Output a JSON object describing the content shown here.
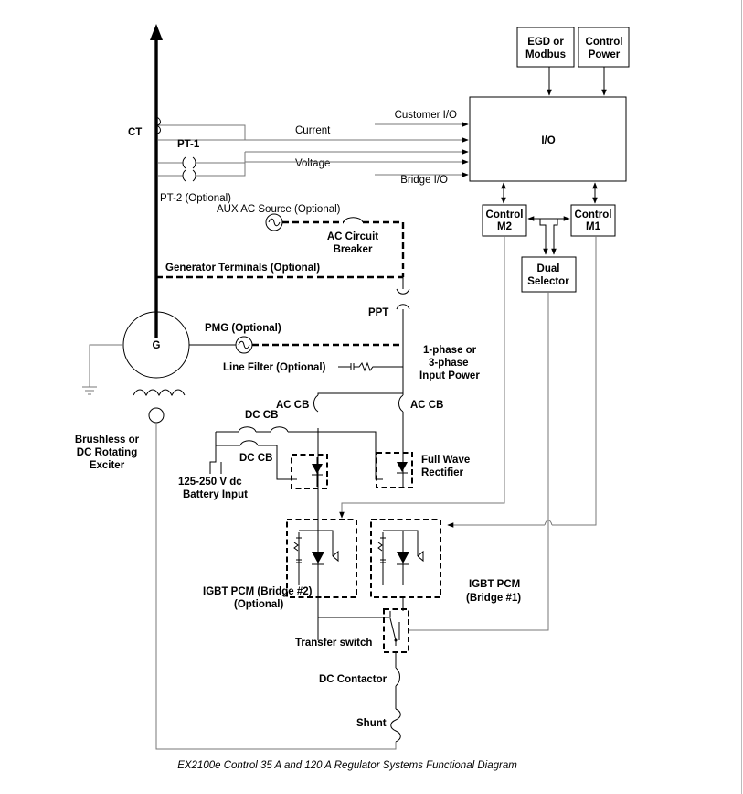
{
  "labels": {
    "egd": [
      "EGD or",
      "Modbus"
    ],
    "control_power": [
      "Control",
      "Power"
    ],
    "io": "I/O",
    "customer_io": "Customer I/O",
    "current": "Current",
    "voltage": "Voltage",
    "bridge_io": "Bridge I/O",
    "ct": "CT",
    "pt1": "PT-1",
    "pt2": "PT-2 (Optional)",
    "aux_ac": "AUX AC Source (Optional)",
    "ac_breaker": [
      "AC Circuit",
      "Breaker"
    ],
    "gen_terminals": "Generator Terminals (Optional)",
    "control_m2": [
      "Control",
      "M2"
    ],
    "control_m1": [
      "Control",
      "M1"
    ],
    "dual_selector": [
      "Dual",
      "Selector"
    ],
    "ppt": "PPT",
    "generator": "G",
    "pmg": "PMG (Optional)",
    "input_power": [
      "1-phase or",
      "3-phase",
      "Input Power"
    ],
    "line_filter": "Line Filter (Optional)",
    "ac_cb_left": "AC CB",
    "ac_cb_right": "AC CB",
    "dc_cb_top": "DC CB",
    "dc_cb_mid": "DC CB",
    "exciter": [
      "Brushless or",
      "DC Rotating",
      "Exciter"
    ],
    "battery": [
      "125-250 V dc",
      "Battery Input"
    ],
    "rectifier": [
      "Full Wave",
      "Rectifier"
    ],
    "pcm2": [
      "IGBT PCM (Bridge #2)",
      "(Optional)"
    ],
    "pcm1": [
      "IGBT PCM",
      "(Bridge #1)"
    ],
    "transfer_switch": "Transfer switch",
    "dc_contactor": "DC Contactor",
    "shunt": "Shunt"
  },
  "caption": "EX2100e Control 35 A and 120 A Regulator Systems Functional Diagram"
}
